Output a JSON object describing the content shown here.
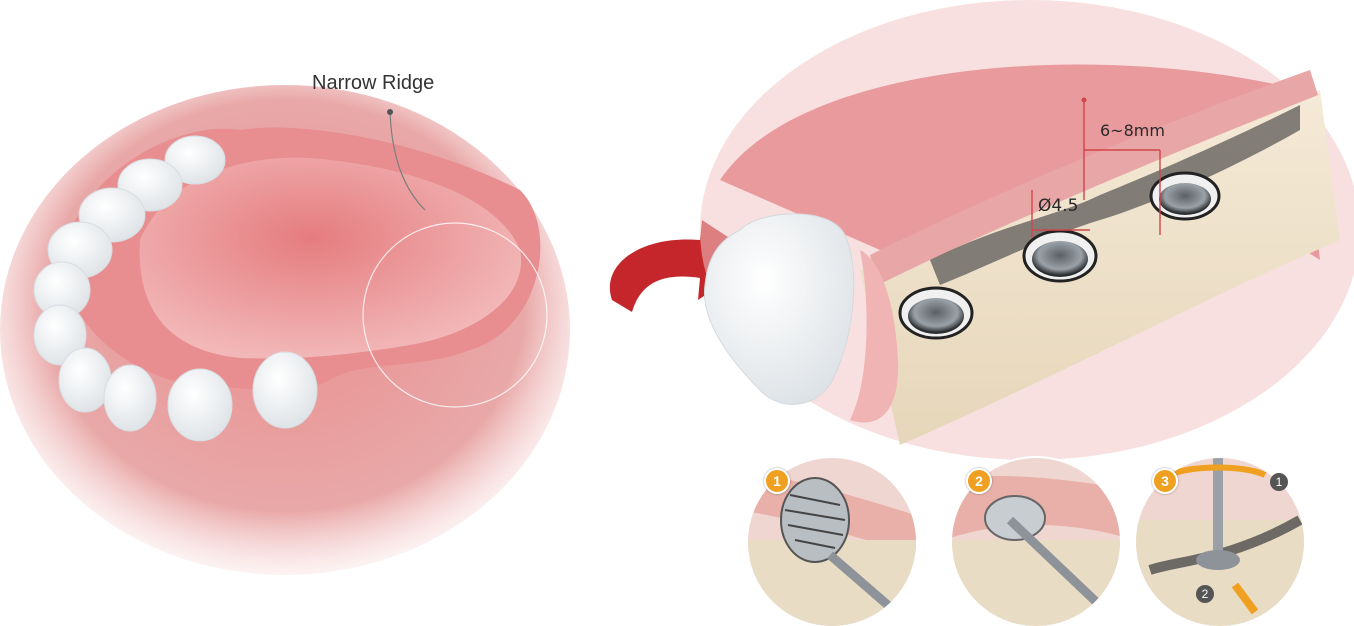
{
  "labels": {
    "narrow_ridge": "Narrow Ridge",
    "depth": "6~8mm",
    "diameter": "Ø4.5"
  },
  "steps": [
    {
      "number": "1"
    },
    {
      "number": "2"
    },
    {
      "number": "3",
      "sub_a": "1",
      "sub_b": "2"
    }
  ],
  "colors": {
    "gum": "#e8a3a3",
    "gum_dark": "#d0706f",
    "tooth": "#ffffff",
    "bone": "#efe3cc",
    "arrow": "#c4262c",
    "step_badge": "#f0a020",
    "measure_line": "#d0454a"
  }
}
